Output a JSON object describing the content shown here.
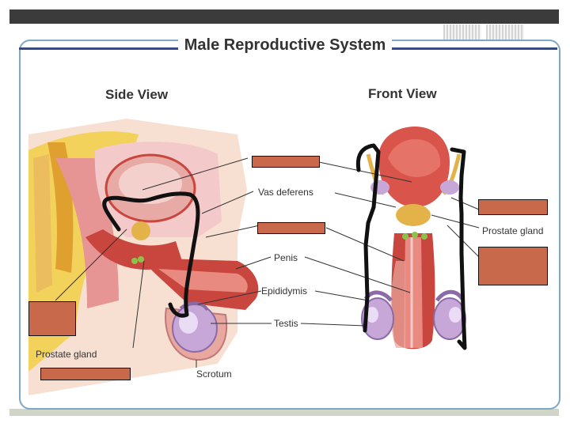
{
  "diagram": {
    "title": "Male Reproductive System",
    "side_view_title": "Side View",
    "front_view_title": "Front View",
    "labels": {
      "vas_deferens": "Vas deferens",
      "penis": "Penis",
      "epididymis": "Epididymis",
      "testis": "Testis",
      "prostate_gland_side": "Prostate gland",
      "prostate_gland_front": "Prostate gland",
      "scrotum": "Scrotum"
    }
  },
  "colors": {
    "frame_border": "#7fa7c6",
    "label_cover": "#c8694c",
    "tissue_pink": "#e9a0a0",
    "muscle_red": "#c8463e",
    "fat_yellow": "#f2d25a",
    "testis_purple": "#c7a6d8",
    "marker_black": "#111111"
  }
}
